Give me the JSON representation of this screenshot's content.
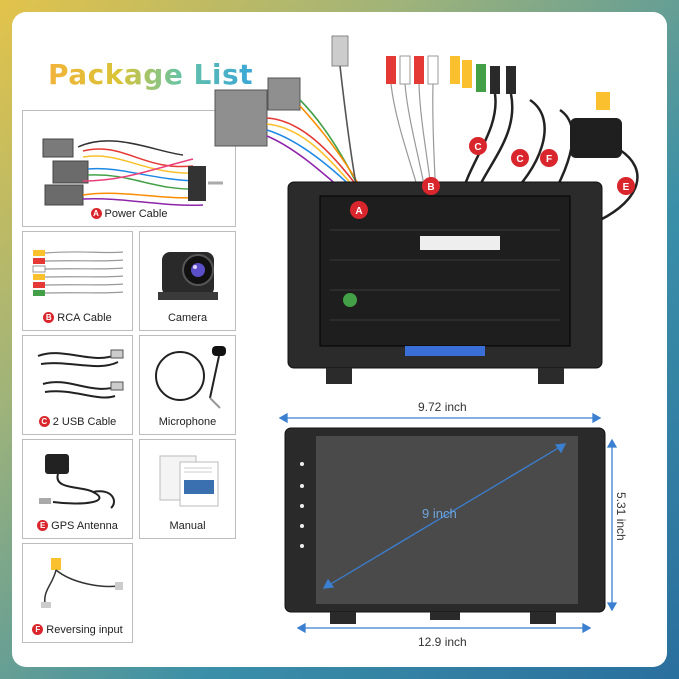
{
  "header": {
    "title": "Package List"
  },
  "items": [
    {
      "badge": "A",
      "label": "Power Cable"
    },
    {
      "badge": "B",
      "label": "RCA Cable"
    },
    {
      "badge": "",
      "label": "Camera"
    },
    {
      "badge": "C",
      "label": "2 USB Cable"
    },
    {
      "badge": "",
      "label": "Microphone"
    },
    {
      "badge": "E",
      "label": "GPS Antenna"
    },
    {
      "badge": "",
      "label": "Manual"
    },
    {
      "badge": "F",
      "label": "Reversing input"
    }
  ],
  "callouts": {
    "a": "A",
    "b": "B",
    "c1": "C",
    "c2": "C",
    "f": "F",
    "e": "E"
  },
  "dimensions": {
    "top_width": "9.72 inch",
    "bottom_width": "12.9 inch",
    "height": "5.31 inch",
    "diagonal": "9 inch"
  },
  "colors": {
    "badge": "#d9262c",
    "screen_accent": "#6fa6dc"
  }
}
